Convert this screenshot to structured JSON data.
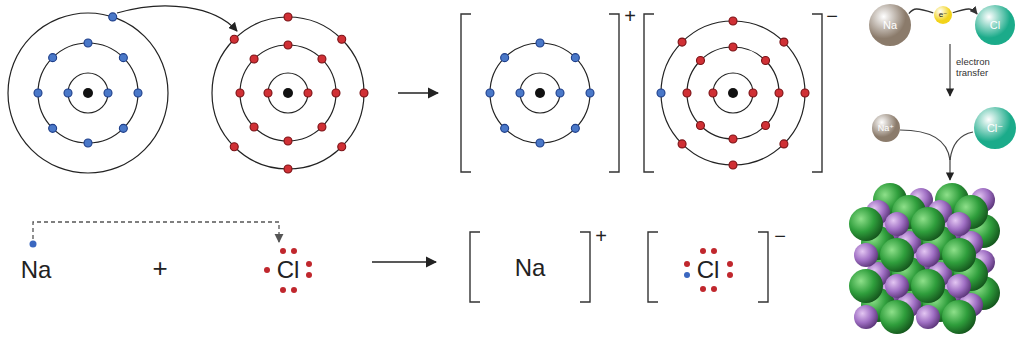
{
  "diagram": {
    "nodes": [
      {
        "text": [
          "Na"
        ]
      },
      {
        "text": [
          "e⁻"
        ]
      },
      {
        "text": [
          "Cl"
        ]
      },
      {
        "text": [
          "Na⁺"
        ]
      },
      {
        "text": [
          "Cl⁻"
        ]
      }
    ],
    "edges": [
      {
        "from": 0,
        "to": 1,
        "arrow": "none"
      },
      {
        "from": 1,
        "to": 2,
        "arrow": "to"
      }
    ],
    "labels": [
      "+",
      "−",
      "Na",
      "+",
      "Cl",
      "Na",
      "+",
      "Cl",
      "−",
      "electron transfer"
    ]
  }
}
